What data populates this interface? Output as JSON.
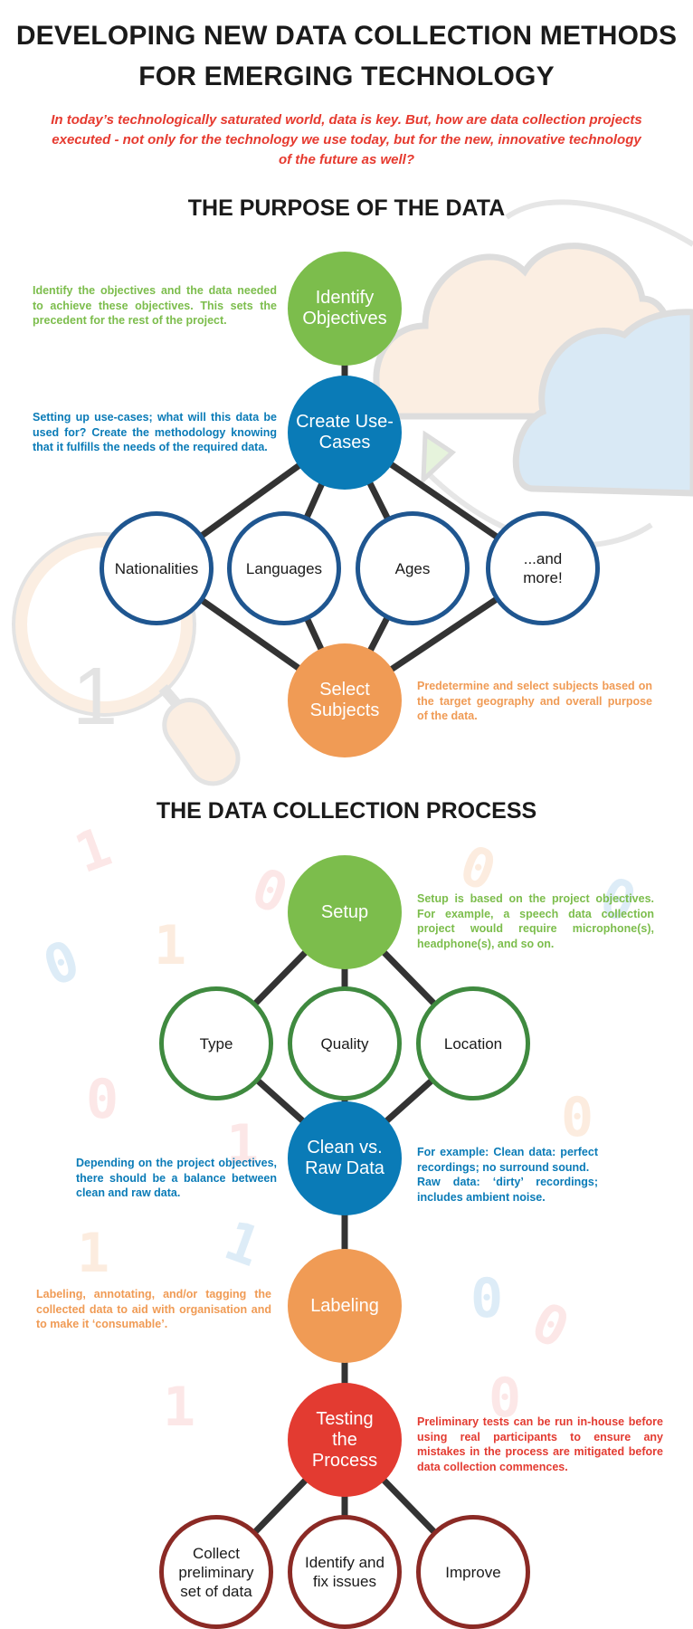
{
  "header": {
    "title_line1": "DEVELOPING NEW DATA COLLECTION METHODS",
    "title_line2": "FOR EMERGING TECHNOLOGY",
    "subtitle": "In today’s technologically saturated world, data is key. But, how are data collection projects executed - not only for the technology we use today, but for the new, innovative technology of the future as well?"
  },
  "purpose": {
    "heading": "THE PURPOSE OF THE DATA",
    "identify": {
      "label": "Identify Objectives",
      "desc": "Identify the objectives and the data needed to achieve these objectives. This sets the precedent for the rest of the project."
    },
    "usecases": {
      "label": "Create Use-Cases",
      "desc": "Setting up use-cases; what will this data be used for? Create the methodology knowing that it fulfills the needs of the required data."
    },
    "categories": [
      "Nationalities",
      "Languages",
      "Ages",
      "...and more!"
    ],
    "subjects": {
      "label": "Select Subjects",
      "desc": "Predetermine and select subjects based on the target geography and overall purpose of the data."
    }
  },
  "process": {
    "heading": "THE DATA COLLECTION PROCESS",
    "setup": {
      "label": "Setup",
      "desc": "Setup is based on the project objectives. For example, a speech data collection project would require microphone(s), headphone(s), and so on."
    },
    "setup_children": [
      "Type",
      "Quality",
      "Location"
    ],
    "clean": {
      "label": "Clean vs. Raw Data",
      "desc_left": "Depending on the project objectives, there should be a balance between clean and raw data.",
      "desc_right_1": "For example: Clean data: perfect recordings; no surround sound.",
      "desc_right_2": "Raw data: ‘dirty’ recordings; includes ambient noise."
    },
    "labeling": {
      "label": "Labeling",
      "desc": "Labeling, annotating, and/or tagging the collected data to aid with organisation and to make it ‘consumable’."
    },
    "testing": {
      "label": "Testing the Process",
      "desc": "Preliminary tests can be run in-house before using real participants to ensure any mistakes in the process are mitigated before data collection commences."
    },
    "testing_children": [
      "Collect preliminary set of data",
      "Identify and fix issues",
      "Improve"
    ]
  },
  "colors": {
    "green": "#7cbd4c",
    "blue": "#0a7bb7",
    "orange": "#f09b55",
    "red": "#e33b31",
    "line": "#333333"
  },
  "decor": {
    "digits": [
      "1",
      "0",
      "0",
      "0",
      "1",
      "0",
      "0",
      "1",
      "0",
      "1",
      "1",
      "0",
      "0",
      "1",
      "0"
    ]
  }
}
